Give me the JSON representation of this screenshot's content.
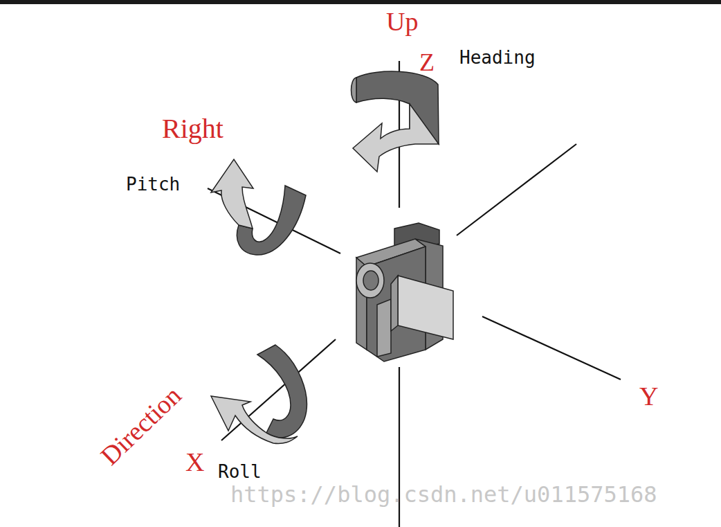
{
  "diagram": {
    "labels": [
      "Up",
      "Z",
      "Heading",
      "Right",
      "Pitch",
      "Direction",
      "X",
      "Roll",
      "Y",
      "https://blog.csdn.net/u011575168"
    ]
  }
}
